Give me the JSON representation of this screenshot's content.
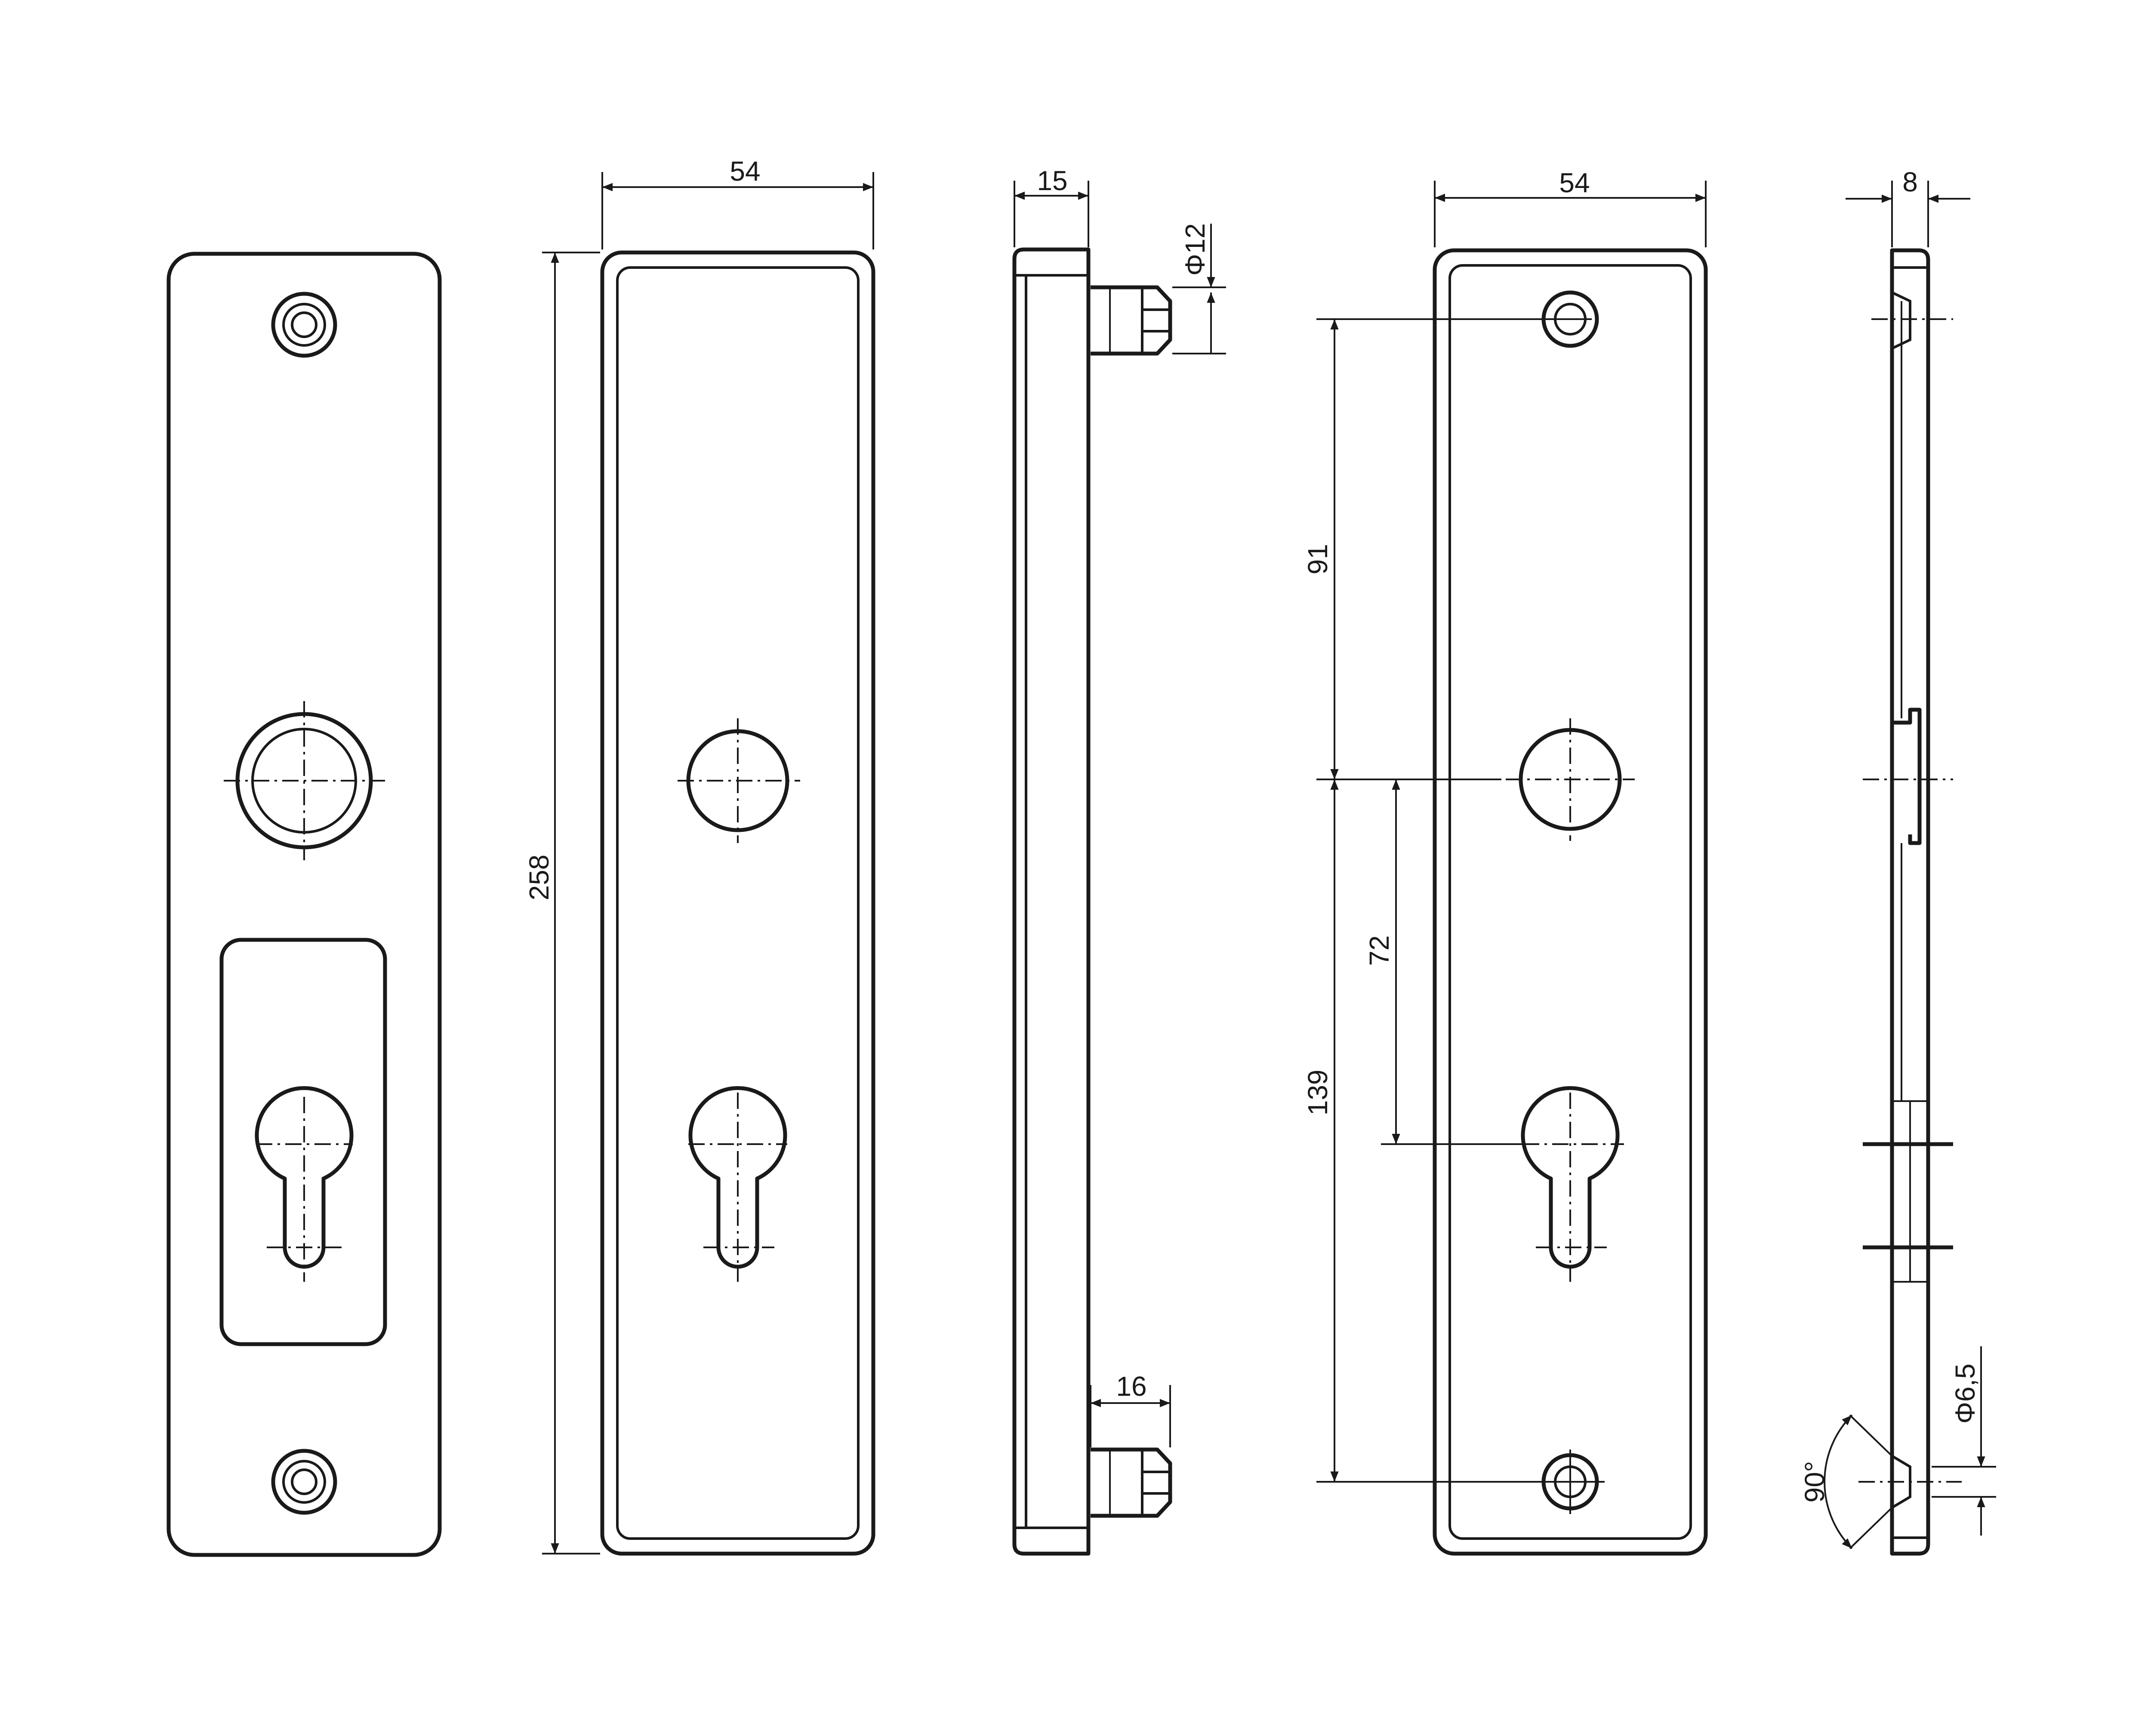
{
  "dimensions": {
    "width_view2": "54",
    "height_view2": "258",
    "depth_view3": "15",
    "spindle_dia": "Φ12",
    "screw_boss": "16",
    "width_view4": "54",
    "top_to_handle": "91",
    "handle_to_cylinder": "72",
    "handle_to_bottom_screw": "139",
    "thickness_view5": "8",
    "screw_dia": "Φ6,5",
    "countersink_angle": "90°"
  }
}
